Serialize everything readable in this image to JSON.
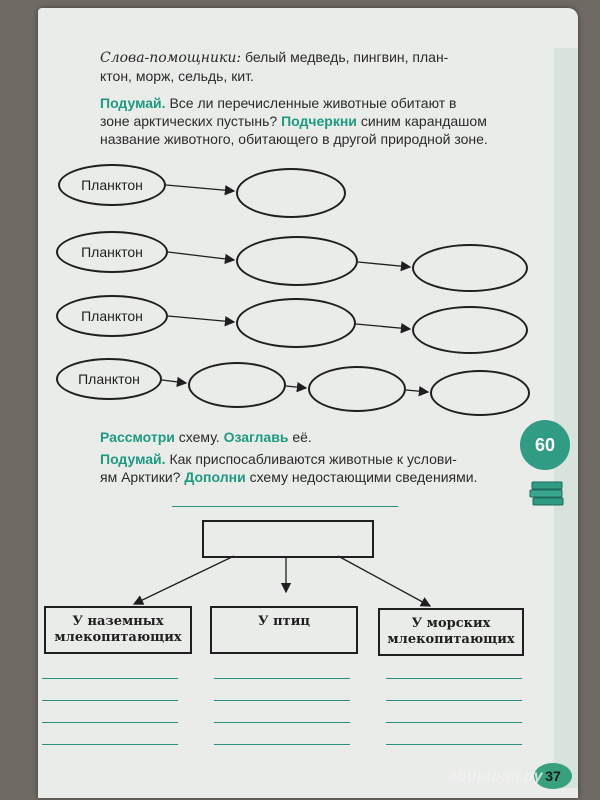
{
  "header": {
    "helpers_label": "Слова-помощники:",
    "helpers_line1": "белый медведь, пингвин, план-",
    "helpers_line2": "ктон, морж, сельдь, кит."
  },
  "task1": {
    "think": "Подумай.",
    "q_line1": "Все ли перечисленные животные обитают в",
    "q_line2": "зоне арктических пустынь?",
    "underline": "Подчеркни",
    "q_line2b": "синим карандашом",
    "q_line3": "название животного, обитающего в другой природной зоне."
  },
  "chains": {
    "start_label": "Планктон"
  },
  "task2": {
    "look": "Рассмотри",
    "scheme": "схему.",
    "title_it": "Озаглавь",
    "it": "её.",
    "think": "Подумай.",
    "q_line1": "Как приспосабливаются животные к услови-",
    "q_line2": "ям Арктики?",
    "complete": "Дополни",
    "q_line2b": "схему недостающими сведениями."
  },
  "scheme": {
    "box1": "У наземных млекопитающих",
    "box2": "У птиц",
    "box3": "У морских млекопитающих"
  },
  "side": {
    "badge": "60"
  },
  "footer": {
    "page_number": "37",
    "watermark": "абиринт.ру"
  },
  "colors": {
    "accent": "#1d9a82",
    "badge": "#2f9c83",
    "paper": "#e9ece8"
  }
}
